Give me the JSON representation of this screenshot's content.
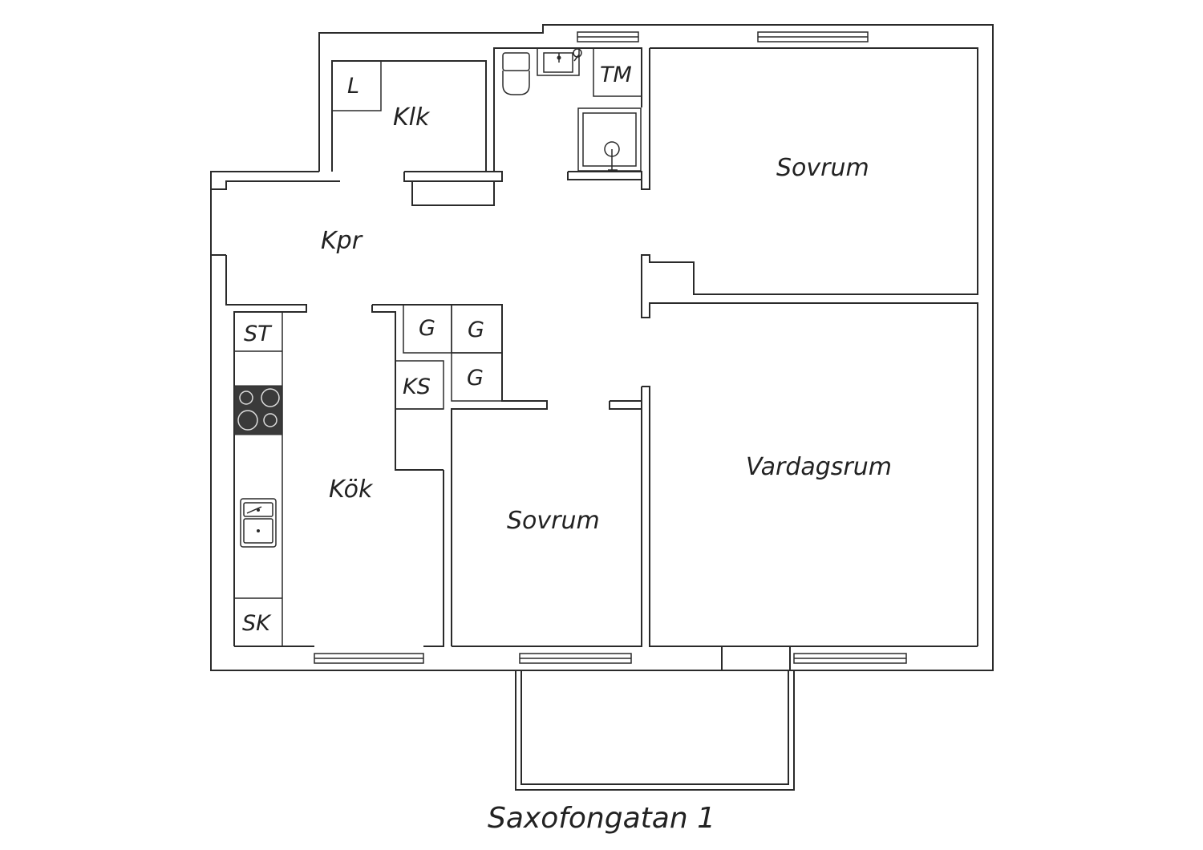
{
  "plan": {
    "caption": "Saxofongatan 1",
    "rooms": {
      "klk": "Klk",
      "kpr": "Kpr",
      "kok": "Kök",
      "sovrum_top": "Sovrum",
      "sovrum_bottom": "Sovrum",
      "vardagsrum": "Vardagsrum"
    },
    "fixtures": {
      "l": "L",
      "tm": "TM",
      "st": "ST",
      "sk": "SK",
      "ks": "KS",
      "g1": "G",
      "g2": "G",
      "g3": "G"
    }
  }
}
